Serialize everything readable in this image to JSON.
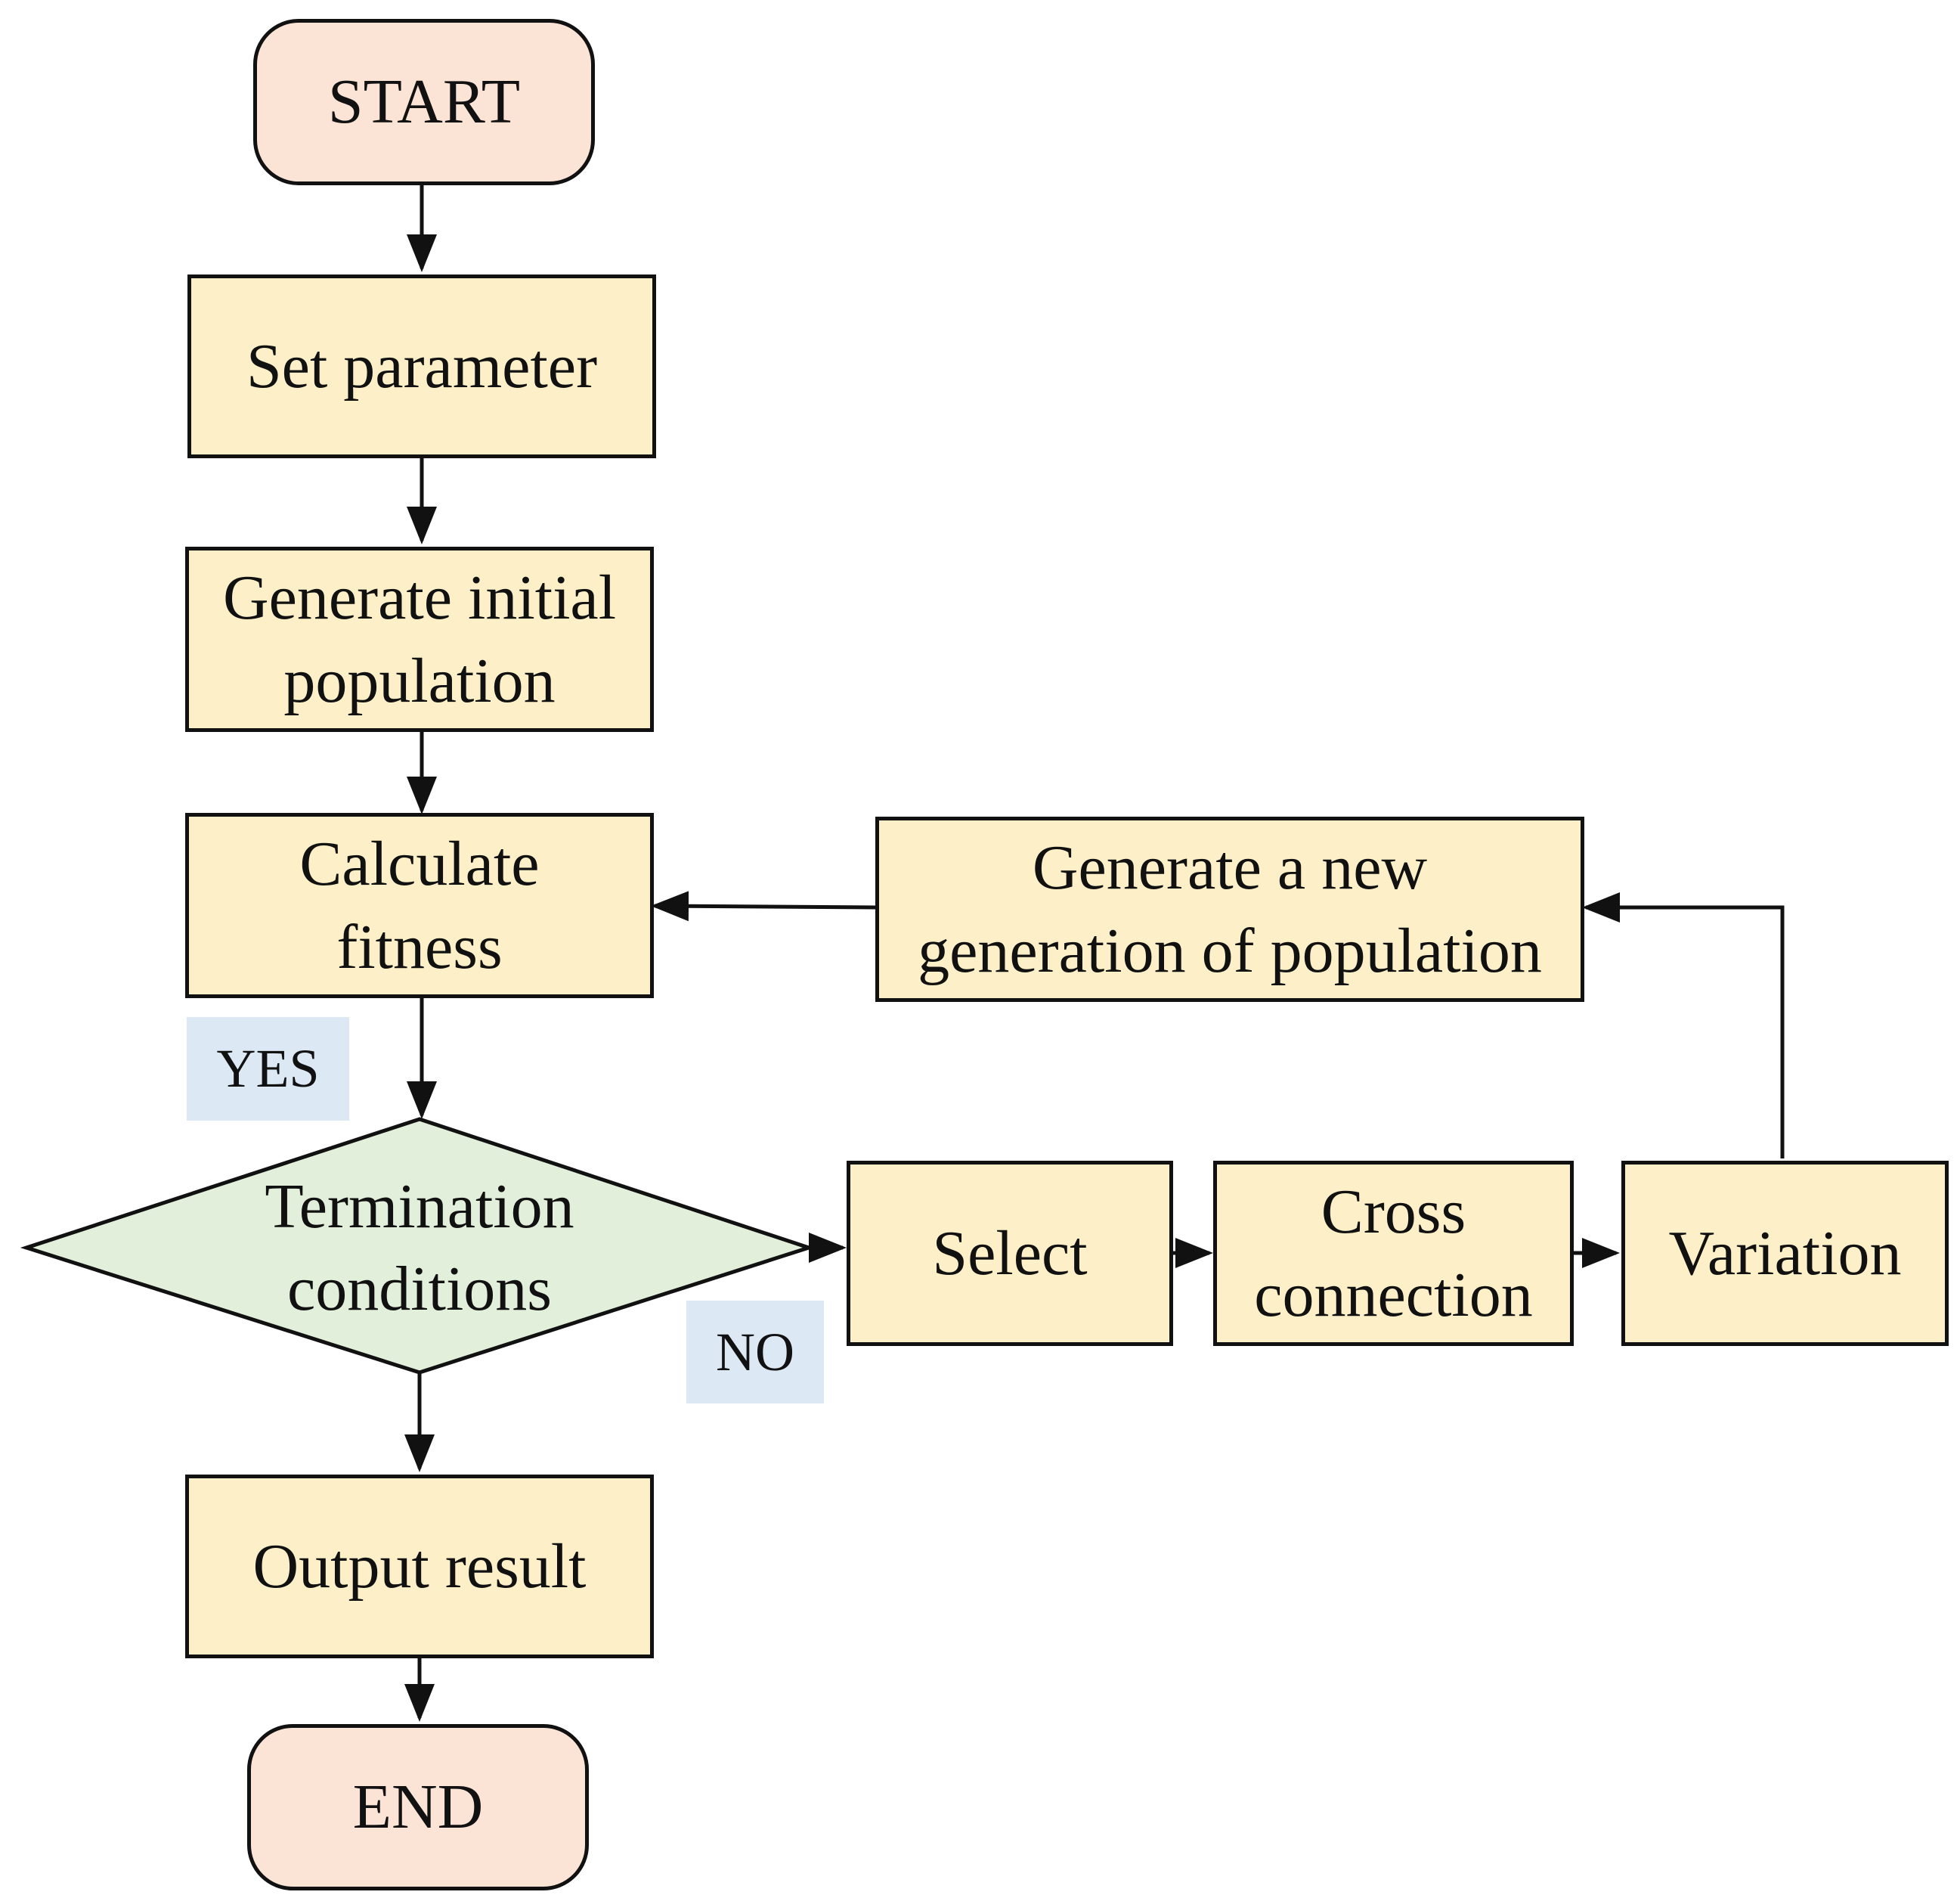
{
  "nodes": {
    "start": "START",
    "set_parameter": "Set parameter",
    "generate_initial": "Generate initial\npopulation",
    "calculate_fitness": "Calculate\nfitness",
    "termination": "Termination\nconditions",
    "output_result": "Output result",
    "end": "END",
    "select": "Select",
    "cross_connection": "Cross\nconnection",
    "variation": "Variation",
    "new_generation": "Generate a new\ngeneration of population"
  },
  "labels": {
    "yes": "YES",
    "no": "NO"
  },
  "colors": {
    "terminal_fill": "#fbe3d6",
    "process_fill": "#fdf0c8",
    "decision_fill": "#e2efda",
    "label_fill": "#dce9f5",
    "stroke": "#111111"
  }
}
